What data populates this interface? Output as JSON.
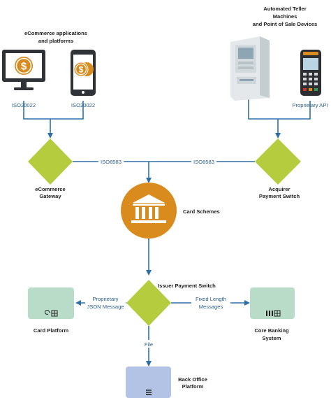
{
  "nodes": {
    "ecommerce_apps": {
      "title_line1": "eCommerce applications",
      "title_line2": "and platforms"
    },
    "monitor_protocol": "ISO20022",
    "phone_protocol": "ISO20022",
    "atm_pos": {
      "title_line1": "Automated Teller",
      "title_line2": "Machines",
      "title_line3": "and Point of Sale Devices"
    },
    "pos_protocol": "Proprietary API",
    "ecommerce_gateway": {
      "line1": "eCommerce",
      "line2": "Gateway"
    },
    "acquirer_switch": {
      "line1": "Acquirer",
      "line2": "Payment Switch"
    },
    "card_schemes": "Card Schemes",
    "issuer_switch": "Issuer Payment Switch",
    "card_platform": "Card Platform",
    "core_banking": {
      "line1": "Core Banking",
      "line2": "System"
    },
    "back_office": {
      "line1": "Back Office",
      "line2": "Platform"
    }
  },
  "edges": {
    "gateway_to_schemes": "ISO8583",
    "acquirer_to_schemes": "ISO8583",
    "issuer_to_card_platform": {
      "line1": "Proprietary",
      "line2": "JSON Message"
    },
    "issuer_to_core_banking": {
      "line1": "Fixed Length",
      "line2": "Messages"
    },
    "issuer_to_back_office": "File"
  },
  "colors": {
    "diamond": "#b5cc3f",
    "circle": "#d98b1d",
    "card_box": "#b9dcc9",
    "back_office_box": "#b3c3e6",
    "line": "#2f6fa8"
  }
}
